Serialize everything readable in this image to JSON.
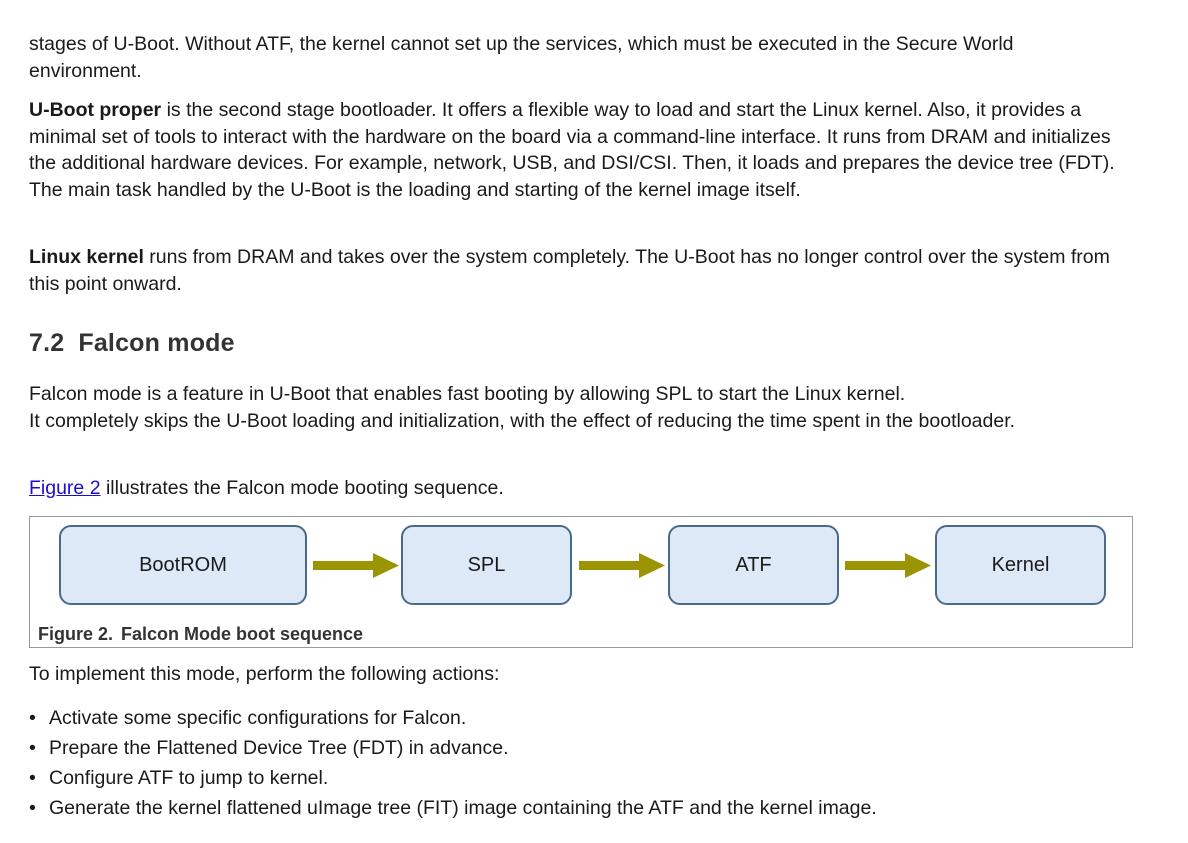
{
  "paragraphs": {
    "p1": "stages of U-Boot. Without ATF, the kernel cannot set up the services, which must be executed in the Secure World environment.",
    "p2_bold": "U-Boot proper",
    "p2_rest": " is the second stage bootloader. It offers a flexible way to load and start the Linux kernel. Also, it provides a minimal set of tools to interact with the hardware on the board via a command-line interface. It runs from DRAM and initializes the additional hardware devices. For example, network, USB, and DSI/CSI. Then, it loads and prepares the device tree (FDT). The main task handled by the U-Boot is the loading and starting of the kernel image itself.",
    "p3_bold": "Linux kernel",
    "p3_rest": " runs from DRAM and takes over the system completely. The U-Boot has no longer control over the system from this point onward."
  },
  "section": {
    "number": "7.2",
    "title": "Falcon mode"
  },
  "falcon": {
    "p4_line1": "Falcon mode is a feature in U-Boot that enables fast booting by allowing SPL to start the Linux kernel.",
    "p4_line2": "It completely skips the U-Boot loading and initialization, with the effect of reducing the time spent in the bootloader.",
    "p5_link": "Figure 2",
    "p5_rest": " illustrates the Falcon mode booting sequence."
  },
  "figure": {
    "boxes": [
      "BootROM",
      "SPL",
      "ATF",
      "Kernel"
    ],
    "caption_label": "Figure 2.",
    "caption_text": "Falcon Mode boot sequence",
    "arrow_color": "#9b9405",
    "box_fill": "#dde9f7",
    "box_border": "#4a6a8c"
  },
  "implementation": {
    "intro": "To implement this mode, perform the following actions:",
    "actions": [
      "Activate some specific configurations for Falcon.",
      "Prepare the Flattened Device Tree (FDT) in advance.",
      "Configure ATF to jump to kernel.",
      "Generate the kernel flattened uImage tree (FIT) image containing the ATF and the kernel image."
    ]
  }
}
